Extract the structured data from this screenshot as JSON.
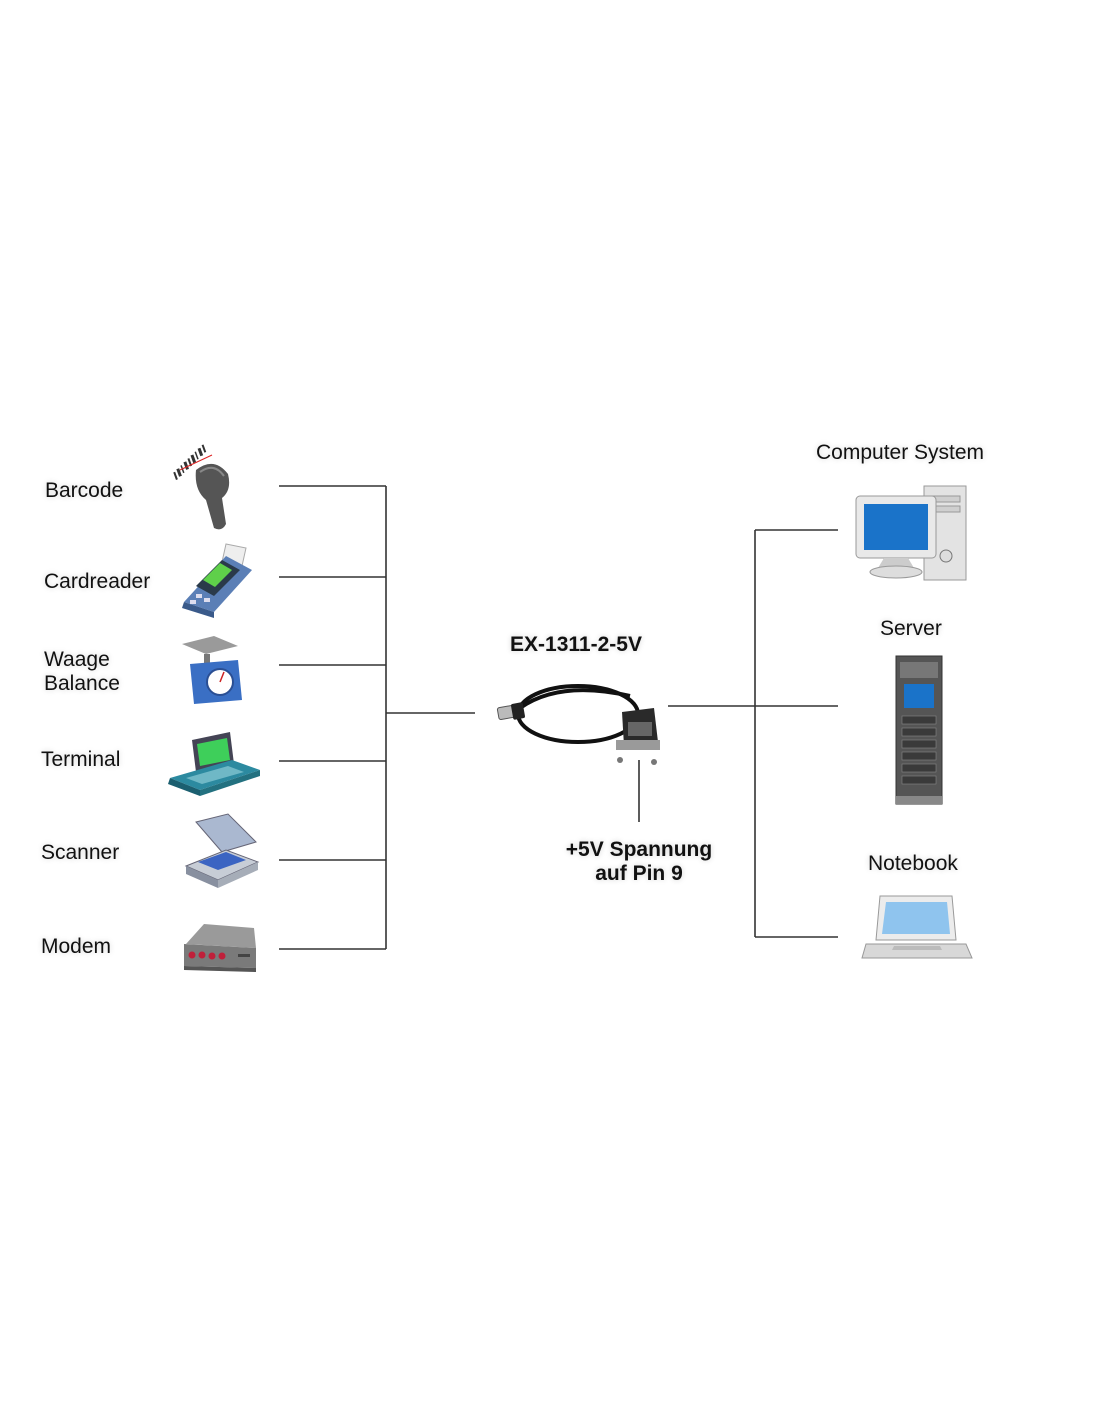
{
  "diagram": {
    "left_devices": [
      {
        "label": "Barcode",
        "icon": "barcode-scanner-icon"
      },
      {
        "label": "Cardreader",
        "icon": "card-reader-icon"
      },
      {
        "label": "Waage\nBalance",
        "icon": "scale-icon"
      },
      {
        "label": "Terminal",
        "icon": "terminal-icon"
      },
      {
        "label": "Scanner",
        "icon": "flatbed-scanner-icon"
      },
      {
        "label": "Modem",
        "icon": "modem-icon"
      }
    ],
    "center": {
      "product": "EX-1311-2-5V",
      "note_line1": "+5V Spannung",
      "note_line2": "auf Pin 9",
      "icon": "usb-serial-cable-icon"
    },
    "right_devices": [
      {
        "label": "Computer System",
        "icon": "desktop-computer-icon"
      },
      {
        "label": "Server",
        "icon": "server-rack-icon"
      },
      {
        "label": "Notebook",
        "icon": "laptop-icon"
      }
    ]
  },
  "colors": {
    "line": "#333333",
    "screen_blue": "#1a73c9",
    "device_gray": "#b8b8b8",
    "modem_led": "#c0203a"
  }
}
